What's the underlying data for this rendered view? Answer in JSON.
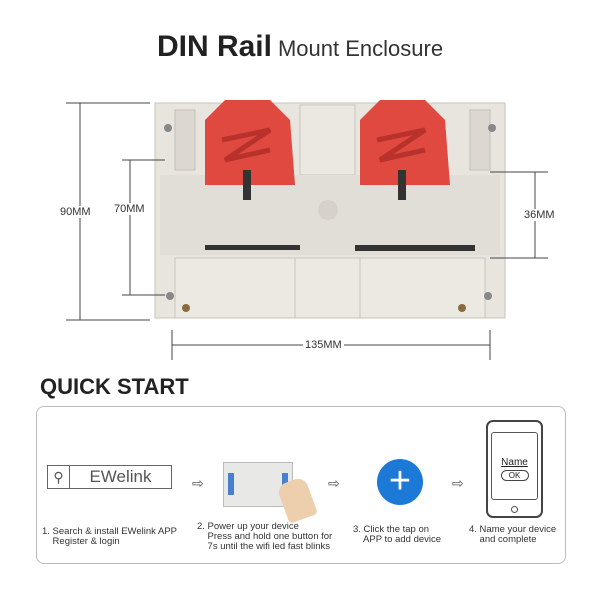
{
  "title": {
    "bold": "DIN Rail",
    "normal": "Mount Enclosure"
  },
  "dimensions": {
    "height_total": "90MM",
    "height_inner": "70MM",
    "height_right": "36MM",
    "width": "135MM"
  },
  "quick_start": {
    "heading": "QUICK START",
    "search_text": "EWelink",
    "phone": {
      "name_label": "Name",
      "ok_label": "OK"
    },
    "steps": [
      {
        "text": "1. Search & install EWelink APP\n    Register & login"
      },
      {
        "text": "2. Power up your device\n    Press and hold one button for\n    7s until the wifi led fast blinks"
      },
      {
        "text": "3. Click the tap on\n    APP to add device"
      },
      {
        "text": "4. Name your device\n    and complete"
      }
    ]
  },
  "colors": {
    "enclosure": "#e6e3dd",
    "clip": "#e0493f",
    "plus": "#1c7ad6"
  }
}
